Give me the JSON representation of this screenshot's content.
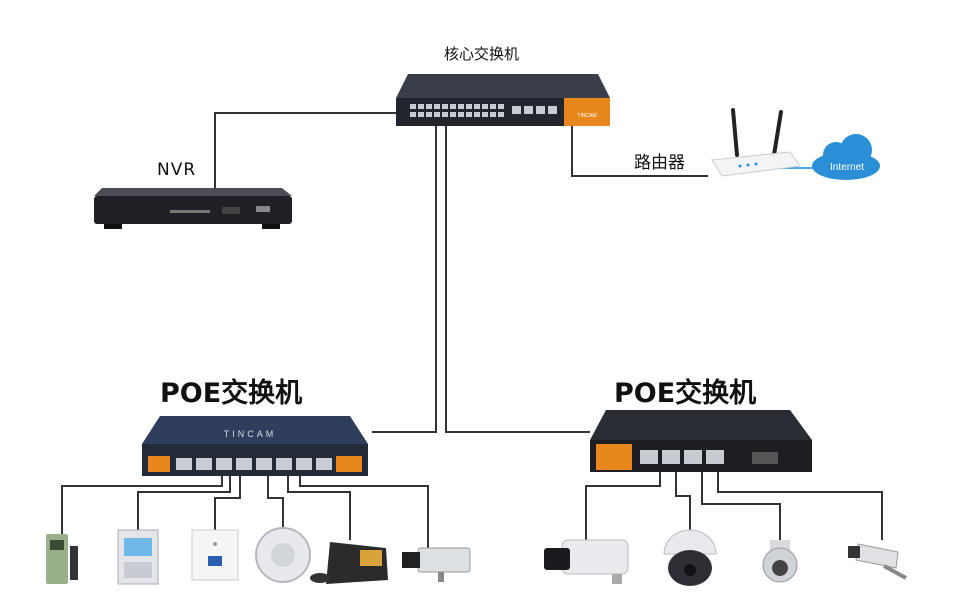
{
  "labels": {
    "core_switch": "核心交换机",
    "nvr": "NVR",
    "router": "路由器",
    "internet": "Internet",
    "poe_switch_left": "POE交换机",
    "poe_switch_right": "POE交换机",
    "brand_left": "TINCAM",
    "brand_core": "TINCAM"
  },
  "colors": {
    "line": "#333333",
    "switch_body": "#2b2f3a",
    "accent_orange": "#e8871e",
    "port_silver": "#c8ccd2",
    "cloud": "#2a8fd6",
    "internet_link": "#4aa6e8"
  },
  "icons": {
    "left_devices": [
      "access-control-icon",
      "intercom-panel-icon",
      "wireless-ap-icon",
      "smoke-detector-icon",
      "ip-phone-icon",
      "box-camera-icon"
    ],
    "right_devices": [
      "bullet-camera-icon",
      "dome-camera-icon",
      "ptz-camera-icon",
      "outdoor-camera-icon"
    ]
  }
}
